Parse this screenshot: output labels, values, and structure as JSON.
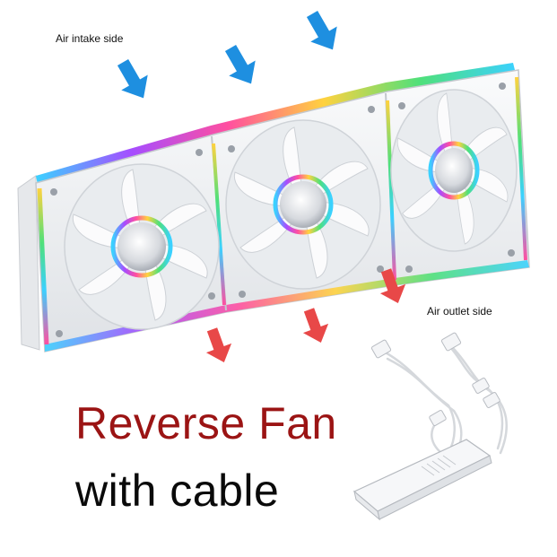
{
  "labels": {
    "intake": "Air intake side",
    "outlet": "Air outlet side"
  },
  "headline": {
    "line1": "Reverse Fan",
    "line2": "with cable"
  },
  "colors": {
    "intake_arrow": "#1e8fe0",
    "outlet_arrow": "#e84848",
    "headline_red": "#9b1414",
    "headline_black": "#0a0a0a",
    "fan_white": "#f2f3f5"
  },
  "icons": [
    "down-arrow-icon",
    "fan-icon",
    "cable-hub-icon"
  ]
}
